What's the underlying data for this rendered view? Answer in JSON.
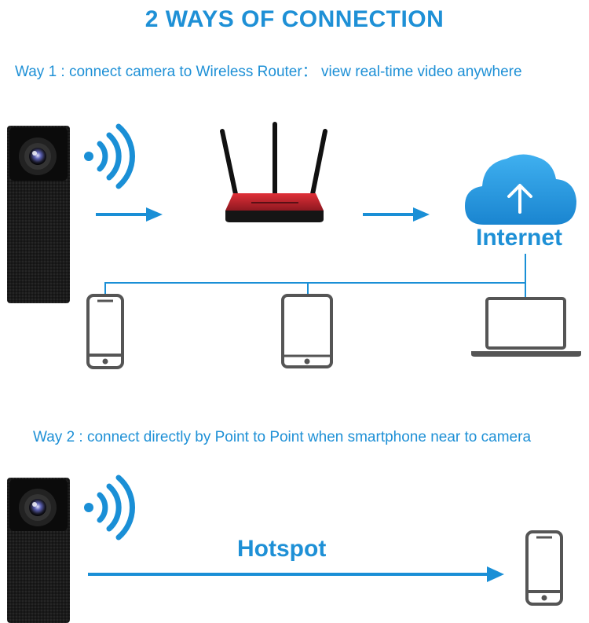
{
  "title": "2 WAYS OF CONNECTION",
  "way1": {
    "text": "Way 1 : connect camera to Wireless Router： view real-time video anywhere",
    "internet_label": "Internet"
  },
  "way2": {
    "text": "Way 2 : connect directly by Point to Point when smartphone near to camera",
    "hotspot_label": "Hotspot"
  },
  "icons": {
    "camera": "camera-module-icon",
    "wifi": "wifi-signal-icon",
    "router": "router-icon",
    "cloud": "cloud-upload-icon",
    "phone": "smartphone-icon",
    "tablet": "tablet-icon",
    "laptop": "laptop-icon"
  },
  "colors": {
    "accent": "#1e90d6",
    "arrow": "#1a8fd6",
    "router_red": "#b3202a",
    "device_gray": "#555555"
  }
}
